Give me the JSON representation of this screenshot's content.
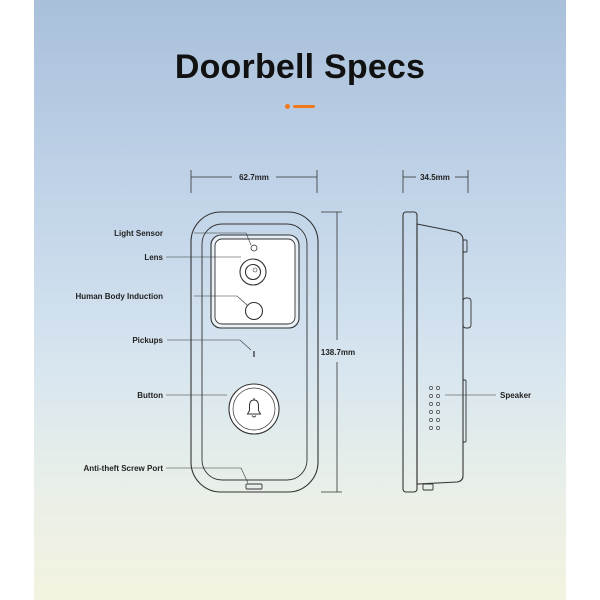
{
  "header": {
    "title": "Doorbell Specs",
    "accent_color": "#f07a1a"
  },
  "dimensions": {
    "width": "62.7mm",
    "depth": "34.5mm",
    "height": "138.7mm"
  },
  "callouts": {
    "light_sensor": "Light Sensor",
    "lens": "Lens",
    "human_body_induction": "Human Body Induction",
    "pickups": "Pickups",
    "button": "Button",
    "anti_theft_screw_port": "Anti-theft Screw Port",
    "speaker": "Speaker"
  },
  "icons": {
    "button": "bell-icon"
  }
}
